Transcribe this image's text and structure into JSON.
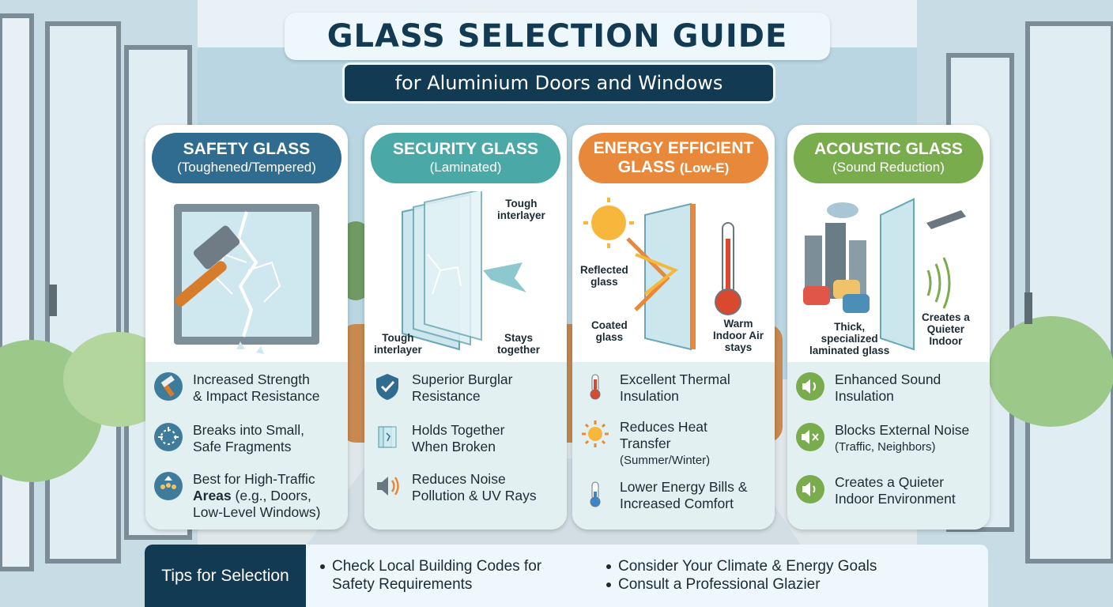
{
  "header": {
    "title": "GLASS SELECTION GUIDE",
    "subtitle": "for Aluminium Doors and Windows"
  },
  "colors": {
    "safety": "#2f6c8f",
    "security": "#4aa8a6",
    "energy": "#e8883a",
    "acoustic": "#79ac4c",
    "navy": "#123a52"
  },
  "cards": [
    {
      "title": "SAFETY GLASS",
      "subtitle": "(Toughened/Tempered)",
      "features": [
        {
          "icon": "hammer-icon",
          "line1": "Increased Strength",
          "line2": "& Impact Resistance"
        },
        {
          "icon": "shatter-icon",
          "line1": "Breaks into Small,",
          "line2": "Safe Fragments"
        },
        {
          "icon": "people-icon",
          "line1": "Best for High-Traffic",
          "line2_bold": "Areas",
          "line2_rest": " (e.g., Doors,",
          "line3": "Low-Level Windows)"
        }
      ]
    },
    {
      "title": "SECURITY GLASS",
      "subtitle": "(Laminated)",
      "labels": {
        "top_right_1": "Tough",
        "top_right_2": "interlayer",
        "bottom_left_1": "Tough",
        "bottom_left_2": "interlayer",
        "bottom_right_1": "Stays",
        "bottom_right_2": "together"
      },
      "features": [
        {
          "icon": "shield-check-icon",
          "line1": "Superior Burglar",
          "line2": "Resistance"
        },
        {
          "icon": "laminated-glass-icon",
          "line1": "Holds Together",
          "line2": "When Broken"
        },
        {
          "icon": "speaker-icon",
          "line1": "Reduces Noise",
          "line2": "Pollution & UV Rays"
        }
      ]
    },
    {
      "title": "ENERGY EFFICIENT",
      "title2": "GLASS",
      "subtitle": "(Low-E)",
      "labels": {
        "left_1": "Reflected",
        "left_2": "glass",
        "left_3": "Coated",
        "left_4": "glass",
        "right_1": "Warm",
        "right_2": "Indoor Air",
        "right_3": "stays"
      },
      "features": [
        {
          "icon": "thermometer-hot-icon",
          "line1": "Excellent Thermal",
          "line2": "Insulation"
        },
        {
          "icon": "sun-icon",
          "line1": "Reduces Heat",
          "line2": "Transfer",
          "line3": "(Summer/Winter)"
        },
        {
          "icon": "thermometer-cold-icon",
          "line1": "Lower Energy Bills &",
          "line2": "Increased Comfort"
        }
      ]
    },
    {
      "title": "ACOUSTIC GLASS",
      "subtitle": "(Sound Reduction)",
      "labels": {
        "left_1": "Thick,",
        "left_2": "specialized",
        "left_3": "laminated glass",
        "right_1": "Creates a",
        "right_2": "Quieter",
        "right_3": "Indoor"
      },
      "features": [
        {
          "icon": "sound-on-icon",
          "line1": "Enhanced Sound",
          "line2": "Insulation"
        },
        {
          "icon": "sound-mute-icon",
          "line1": "Blocks External Noise",
          "line2": "(Traffic, Neighbors)"
        },
        {
          "icon": "sound-low-icon",
          "line1": "Creates a Quieter",
          "line2": "Indoor Environment"
        }
      ]
    }
  ],
  "tips": {
    "heading": "Tips for Selection",
    "items": [
      {
        "line1": "Check Local Building Codes for",
        "line2": "Safety Requirements"
      },
      {
        "line1": "Consider Your Climate & Energy Goals"
      },
      {
        "line1": "Consult a Professional Glazier"
      }
    ]
  }
}
